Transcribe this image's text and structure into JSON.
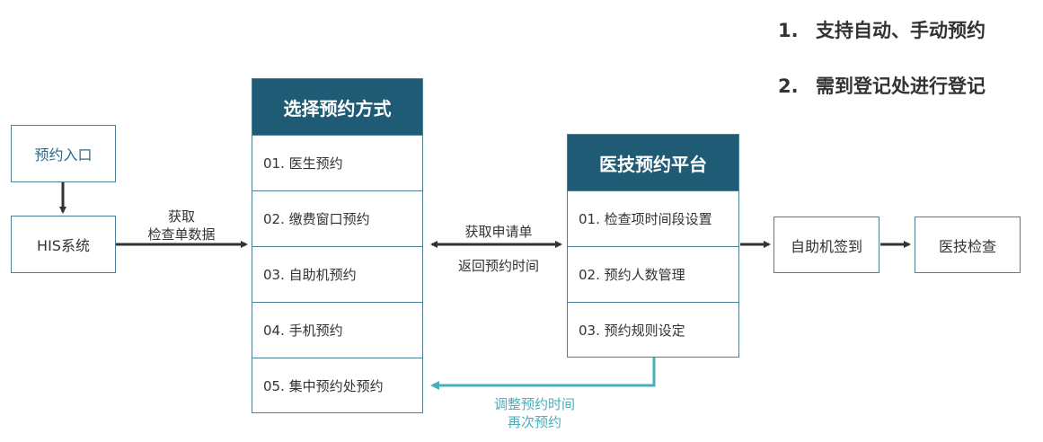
{
  "notes": [
    {
      "num": "1.",
      "text": "支持自动、手动预约"
    },
    {
      "num": "2.",
      "text": "需到登记处进行登记"
    }
  ],
  "entry_box": "预约入口",
  "his_box": "HIS系统",
  "his_to_select_label": {
    "line1": "获取",
    "line2": "检查单数据"
  },
  "select_panel": {
    "title": "选择预约方式",
    "items": [
      "01. 医生预约",
      "02. 缴费窗口预约",
      "03. 自助机预约",
      "04. 手机预约",
      "05. 集中预约处预约"
    ]
  },
  "exchange_label": {
    "top": "获取申请单",
    "bottom": "返回预约时间"
  },
  "platform_panel": {
    "title": "医技预约平台",
    "items": [
      "01. 检查项时间段设置",
      "02. 预约人数管理",
      "03. 预约规则设定"
    ]
  },
  "checkin_box": "自助机签到",
  "exam_box": "医技检查",
  "reschedule_label": {
    "line1": "调整预约时间",
    "line2": "再次预约"
  },
  "colors": {
    "header": "#1f5b75",
    "border": "#4f7f95",
    "arrow": "#333333",
    "feedback": "#4aaebf"
  }
}
